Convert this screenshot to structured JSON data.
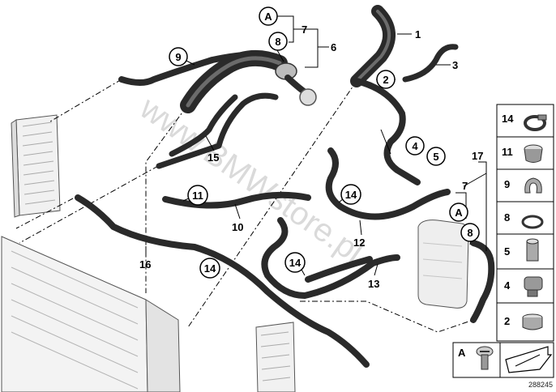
{
  "watermark": "www.BMWstore.pl",
  "diagram_id": "288245",
  "callouts": {
    "c9": "9",
    "cA_top": "A",
    "c8_top": "8",
    "c2": "2",
    "c4": "4",
    "c5": "5",
    "c11": "11",
    "c14_mid": "14",
    "c14_low": "14",
    "c14_center": "14",
    "cA_right": "A",
    "c8_right": "8"
  },
  "labels": {
    "l1": "1",
    "l3": "3",
    "l6": "6",
    "l7_top": "7",
    "l7_right": "7",
    "l10": "10",
    "l12": "12",
    "l13": "13",
    "l15": "15",
    "l16": "16",
    "l17": "17"
  },
  "legend": {
    "items": [
      {
        "number": "14",
        "part": "clamp-icon"
      },
      {
        "number": "11",
        "part": "sleeve-icon"
      },
      {
        "number": "9",
        "part": "clip-icon"
      },
      {
        "number": "8",
        "part": "o-ring-icon"
      },
      {
        "number": "5",
        "part": "bush-icon"
      },
      {
        "number": "4",
        "part": "clamp-bracket-icon"
      },
      {
        "number": "2",
        "part": "band-clamp-icon"
      }
    ],
    "footer_letter": "A",
    "footer_parts": [
      "bleed-screw-icon",
      "arrow-icon"
    ]
  }
}
